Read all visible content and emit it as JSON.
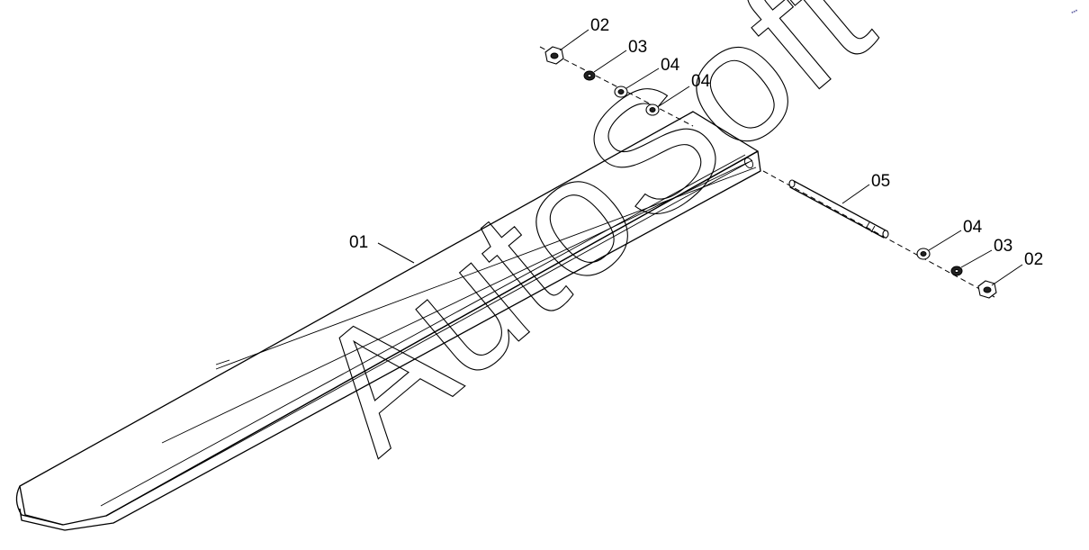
{
  "watermark": "AutoSoft",
  "corner_logo": "•••",
  "callouts": {
    "c01": "01",
    "c02_top": "02",
    "c03_top": "03",
    "c04_top_a": "04",
    "c04_top_b": "04",
    "c05": "05",
    "c04_right": "04",
    "c03_right": "03",
    "c02_right": "02"
  }
}
